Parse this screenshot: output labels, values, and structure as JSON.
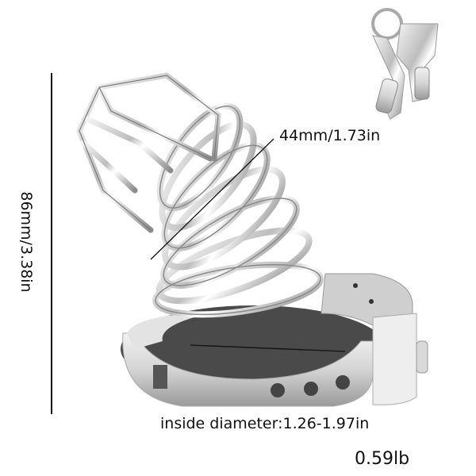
{
  "product": {
    "dimensions": {
      "depth_label": "44mm/1.73in",
      "height_label": "86mm/3.38in",
      "inside_diameter_label": "inside diameter:1.26-1.97in"
    },
    "weight_label": "0.59lb",
    "accessories": {
      "keys_count": 2,
      "keyring_icon": "keyring-icon"
    },
    "colors": {
      "metal_light": "#e8e8e8",
      "metal_mid": "#b5b5b5",
      "metal_dark": "#4a4a4a",
      "line": "#111111",
      "background": "#ffffff"
    }
  }
}
